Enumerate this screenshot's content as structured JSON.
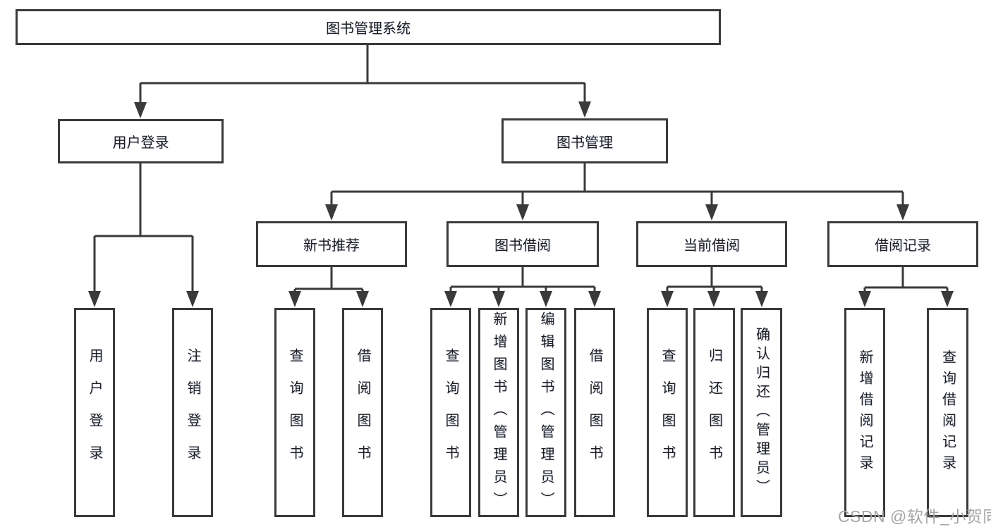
{
  "colors": {
    "line": "#3a3a3a",
    "text": "#1e1e22",
    "background": "#ffffff",
    "watermark": "#a6a6a6"
  },
  "watermark": {
    "text": "CSDN @软件_小贺同学"
  },
  "diagram": {
    "type": "tree",
    "root": {
      "label": "图书管理系统"
    },
    "branches": [
      {
        "label": "用户登录",
        "children": [
          {
            "label": "用户登录"
          },
          {
            "label": "注销登录"
          }
        ]
      },
      {
        "label": "图书管理",
        "children": [
          {
            "label": "新书推荐",
            "children": [
              {
                "label": "查询图书"
              },
              {
                "label": "借阅图书"
              }
            ]
          },
          {
            "label": "图书借阅",
            "children": [
              {
                "label": "查询图书"
              },
              {
                "label": "新增图书（管理员）"
              },
              {
                "label": "编辑图书（管理员）"
              },
              {
                "label": "借阅图书"
              }
            ]
          },
          {
            "label": "当前借阅",
            "children": [
              {
                "label": "查询图书"
              },
              {
                "label": "归还图书"
              },
              {
                "label": "确认归还（管理员）"
              }
            ]
          },
          {
            "label": "借阅记录",
            "children": [
              {
                "label": "新增借阅记录"
              },
              {
                "label": "查询借阅记录"
              }
            ]
          }
        ]
      }
    ]
  }
}
